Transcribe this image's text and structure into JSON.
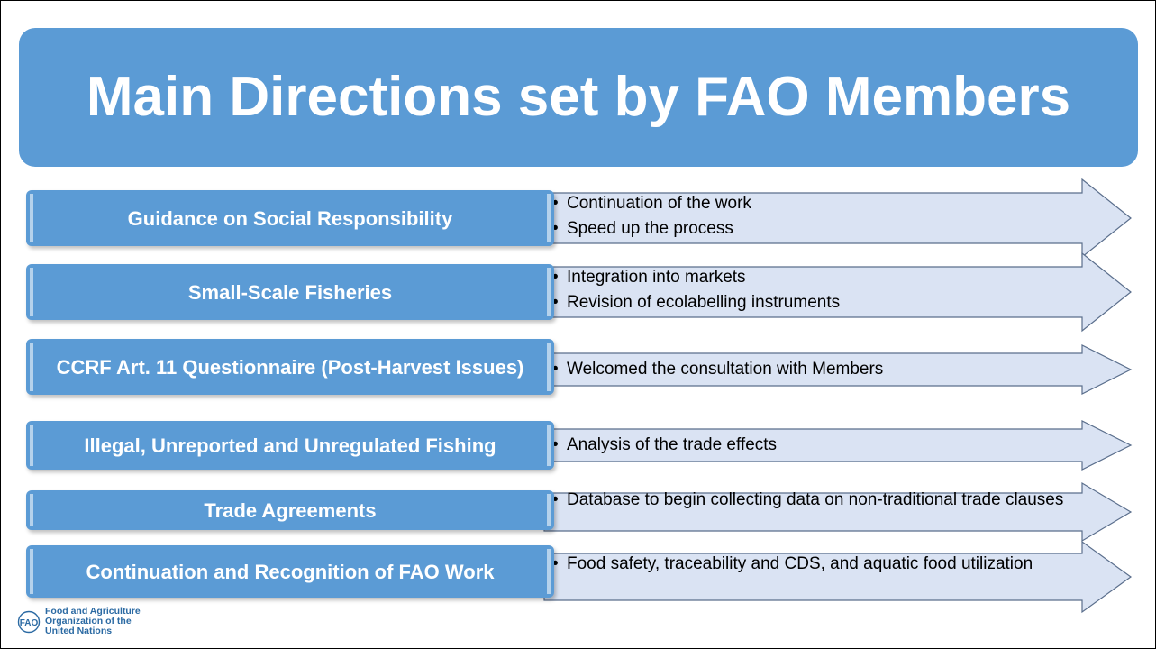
{
  "title": "Main Directions set by FAO Members",
  "rows": [
    {
      "label": "Guidance on Social Responsibility",
      "bullets": [
        "Continuation of the work",
        "Speed up the process"
      ]
    },
    {
      "label": "Small-Scale Fisheries",
      "bullets": [
        "Integration into markets",
        "Revision of ecolabelling instruments"
      ]
    },
    {
      "label": "CCRF Art. 11 Questionnaire (Post-Harvest Issues)",
      "bullets": [
        "Welcomed the consultation with Members"
      ]
    },
    {
      "label": "Illegal, Unreported and Unregulated Fishing",
      "bullets": [
        "Analysis of the trade effects"
      ]
    },
    {
      "label": "Trade Agreements",
      "bullets": [
        "Database to begin collecting data on non-traditional trade clauses"
      ]
    },
    {
      "label": "Continuation and Recognition of FAO Work",
      "bullets": [
        "Food safety, traceability and CDS, and aquatic food utilization"
      ]
    }
  ],
  "logo": {
    "line1": "Food and Agriculture",
    "line2": "Organization of the",
    "line3": "United Nations"
  },
  "colors": {
    "accent": "#5b9bd5",
    "arrow_fill": "#dae3f3",
    "arrow_stroke": "#5a6e8c"
  },
  "bullet_char": "•"
}
